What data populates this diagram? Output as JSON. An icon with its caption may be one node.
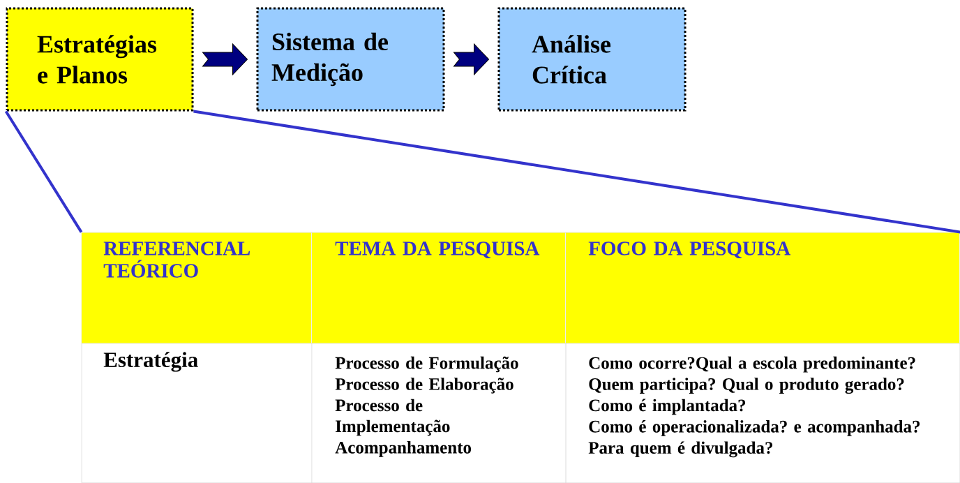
{
  "diagram": {
    "nodes": [
      {
        "text": [
          "Estratégias e Planos"
        ]
      },
      {
        "text": [
          "Sistema de Medição"
        ]
      },
      {
        "text": [
          "Análise Crítica"
        ]
      },
      {
        "text": [],
        "shape": "box"
      }
    ],
    "edges": [
      {
        "from": 0,
        "to": 1,
        "arrow": "to"
      },
      {
        "from": 1,
        "to": 2,
        "arrow": "to"
      },
      {
        "from": 0,
        "to": 3,
        "arrow": "none",
        "color": "#3333cc"
      },
      {
        "from": 0,
        "to": 3,
        "arrow": "none",
        "color": "#3333cc"
      }
    ],
    "labels": [
      "REFERENCIAL TEÓRICO",
      "TEMA DA PESQUISA",
      "FOCO DA PESQUISA",
      "Estratégia",
      "Processo de Formulação",
      "Processo de Elaboração",
      "Processo de Implementação",
      "Acompanhamento",
      "Como ocorre?Qual a escola predominante?",
      "Quem participa? Qual o produto gerado?",
      "Como é implantada?",
      "Como é operacionalizada? e acompanhada?",
      "Para quem é divulgada?"
    ]
  }
}
